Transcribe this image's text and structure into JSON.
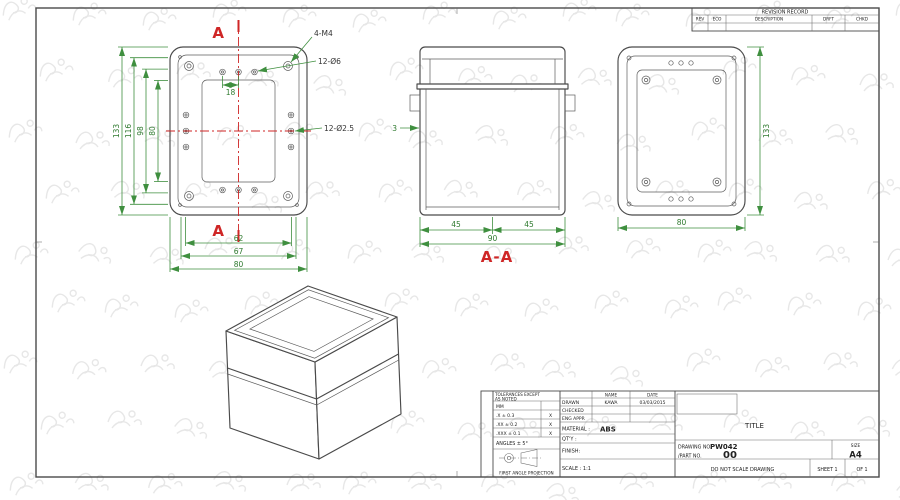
{
  "colors": {
    "line": "#4a4a4a",
    "dimension": "#3f8f3f",
    "section_red": "#cf2626",
    "watermark": "#e7e7e7"
  },
  "revision_table": {
    "title": "REVISION RECORD",
    "columns": [
      "REV",
      "ECO",
      "DESCRIPTION",
      "DRFT",
      "CHKD"
    ]
  },
  "views": {
    "top_view": {
      "section_letter_top": "A",
      "section_letter_bottom": "A",
      "callout_m4": "4-M4",
      "callout_holes_large": "12-Ø6",
      "callout_holes_small": "12-Ø2.5",
      "dim_height_outer": "133",
      "dim_height_116": "116",
      "dim_height_98": "98",
      "dim_height_80": "80",
      "dim_hole_spacing": "18",
      "dim_width_62": "62",
      "dim_width_67": "67",
      "dim_width_80": "80"
    },
    "section_view": {
      "label": "A-A",
      "dim_left_45": "45",
      "dim_right_45": "45",
      "dim_total_90": "90",
      "dim_wall_3": "3"
    },
    "back_view": {
      "dim_height": "133",
      "dim_width": "80"
    }
  },
  "title_block": {
    "name_header": "NAME",
    "date_header": "DATE",
    "drawn_label": "DRAWN",
    "drawn_name": "KAWA",
    "drawn_date": "03/03/2015",
    "checked_label": "CHECKED",
    "eng_appr_label": "ENG APPR",
    "material_label": "MATERIAL :",
    "material_value": "ABS",
    "qty_label": "QT'Y :",
    "finish_label": "FINISH:",
    "scale_label": "SCALE : 1:1",
    "tolerance_note_1": "TOLERANCES EXCEPT",
    "tolerance_note_2": "AS NOTED",
    "tol_unit": "MM",
    "tol_row_1": ".X ± 0.3",
    "tol_row_2": ".XX ± 0.2",
    "tol_row_3": ".XXX ± 0.1",
    "tol_mark": "X",
    "angles_note": "ANGLES ± 5°",
    "projection_label": "FIRST ANGLE PROJECTION",
    "title_label": "TITLE",
    "drawing_no_label": "DRAWING NO.",
    "drawing_no_value": "PW042",
    "part_no_label": "/PART NO.",
    "part_no_value": "00",
    "do_not_scale": "DO NOT SCALE DRAWING",
    "sheet_label": "SHEET 1",
    "of_label": "OF 1",
    "size_label": "SIZE",
    "size_value": "A4"
  }
}
